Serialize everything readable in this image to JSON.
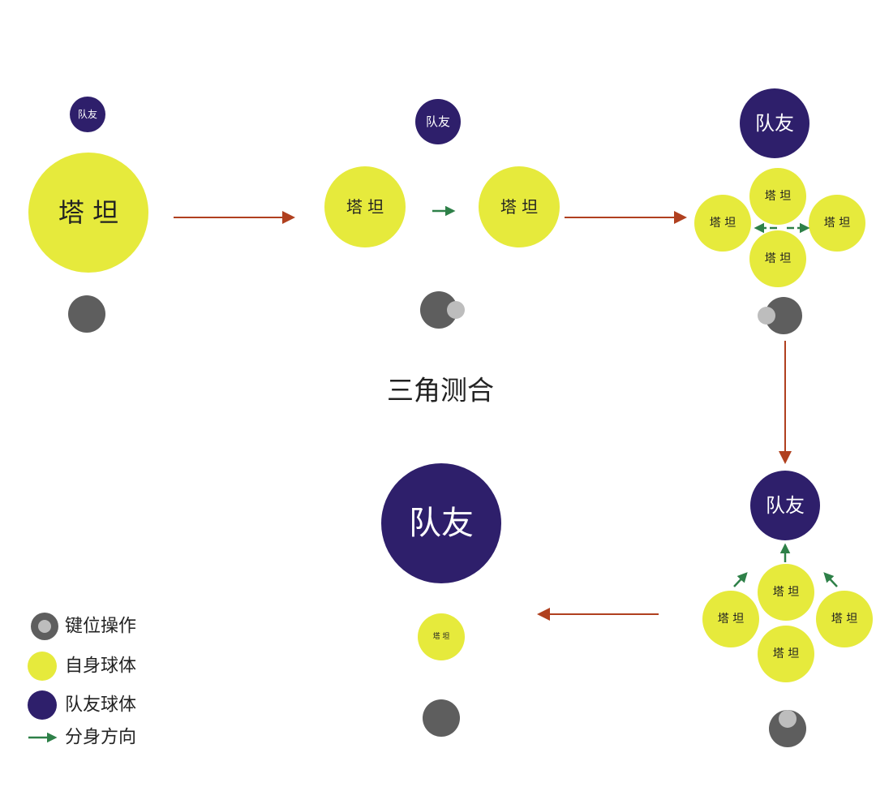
{
  "title": "三角测合",
  "labels": {
    "tank": "塔 坦",
    "teammate": "队友"
  },
  "legend": [
    {
      "icon": "joystick-icon",
      "label": "键位操作"
    },
    {
      "icon": "self-ball-icon",
      "label": "自身球体"
    },
    {
      "icon": "teammate-ball-icon",
      "label": "队友球体"
    },
    {
      "icon": "split-arrow-icon",
      "label": "分身方向"
    }
  ],
  "colors": {
    "tank": "#e6ea3c",
    "teammate": "#2e1f6b",
    "joystick": "#5e5e5e",
    "flow_arrow": "#b0401f",
    "split_arrow": "#2e8048"
  }
}
